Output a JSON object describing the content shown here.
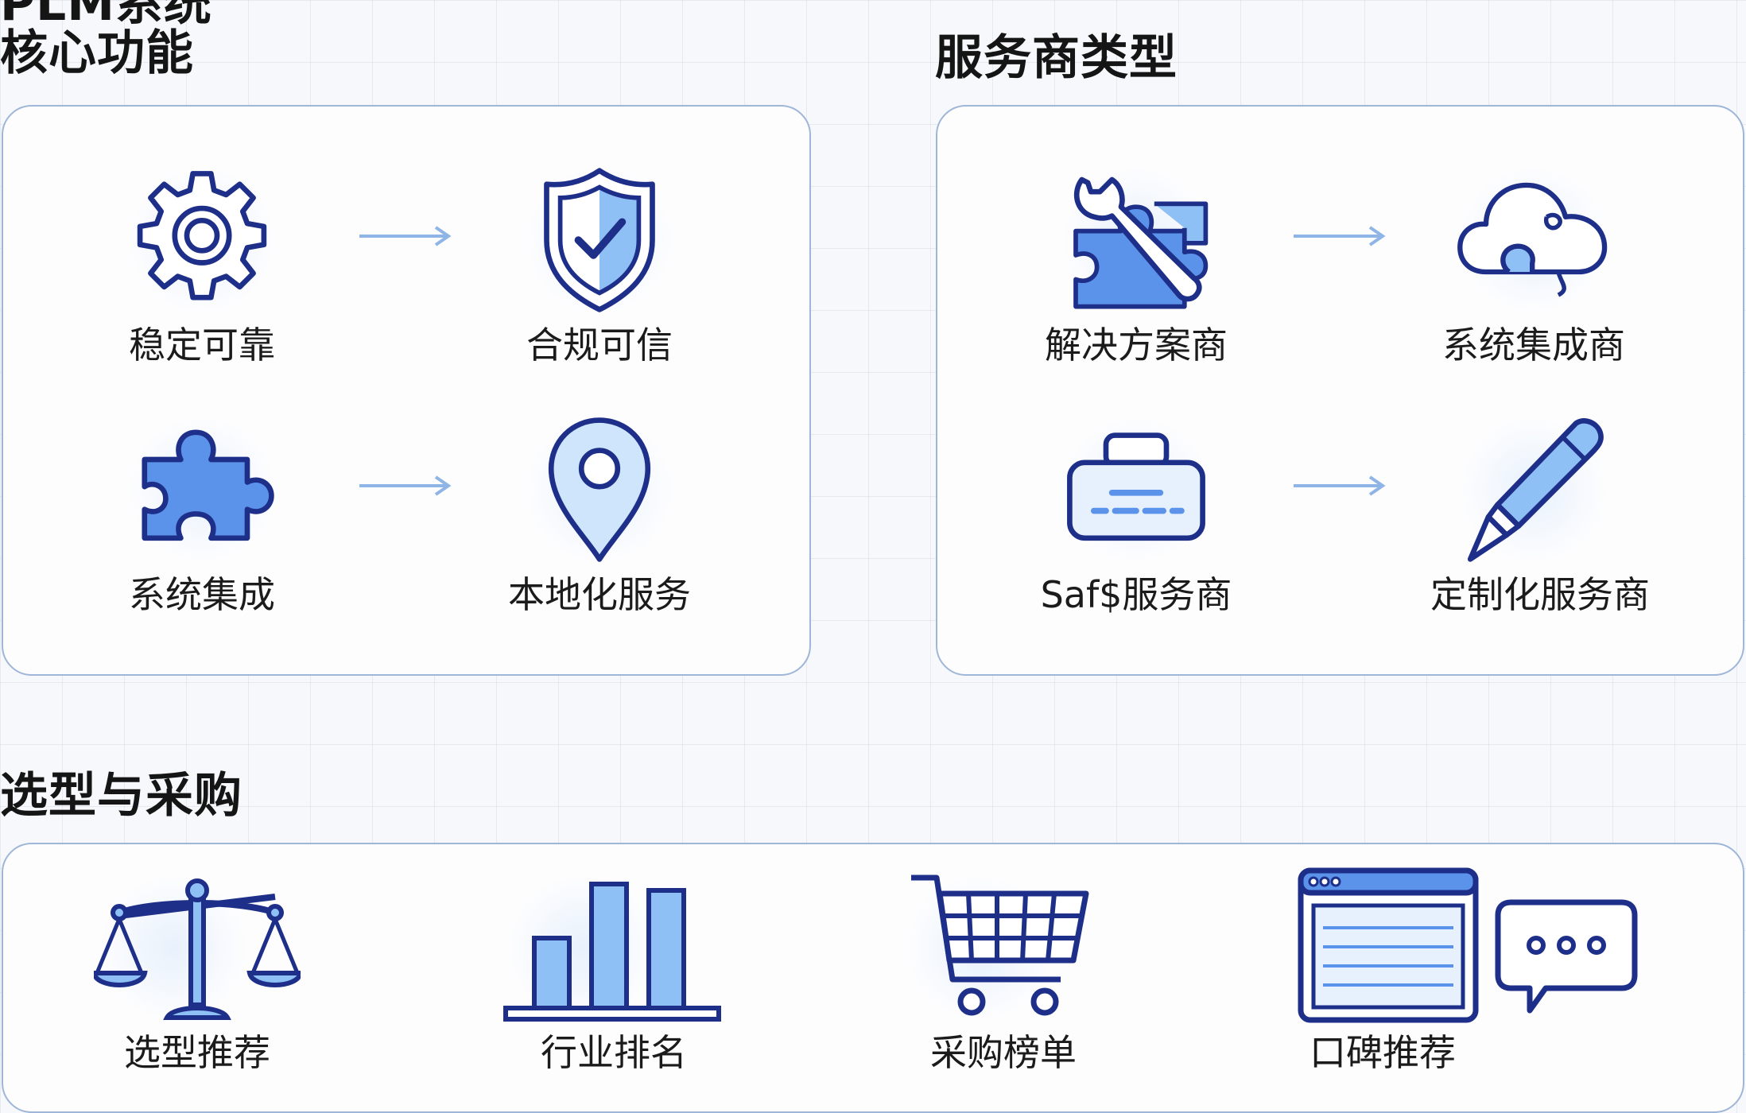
{
  "sections": {
    "core": {
      "title": "PLM系统\n核心功能"
    },
    "providers": {
      "title": "服务商类型"
    },
    "purchase": {
      "title": "选型与采购"
    }
  },
  "core_items": [
    {
      "icon": "gear-icon",
      "label": "稳定可靠"
    },
    {
      "icon": "shield-check-icon",
      "label": "合规可信"
    },
    {
      "icon": "puzzle-icon",
      "label": "系统集成"
    },
    {
      "icon": "location-pin-icon",
      "label": "本地化服务"
    }
  ],
  "provider_items": [
    {
      "icon": "wrench-puzzle-icon",
      "label": "解决方案商"
    },
    {
      "icon": "cloud-puzzle-icon",
      "label": "系统集成商"
    },
    {
      "icon": "printer-icon",
      "label": "Saf$服务商"
    },
    {
      "icon": "pen-icon",
      "label": "定制化服务商"
    }
  ],
  "purchase_items": [
    {
      "icon": "scale-icon",
      "label": "选型推荐"
    },
    {
      "icon": "bar-chart-icon",
      "label": "行业排名"
    },
    {
      "icon": "shopping-cart-icon",
      "label": "采购榜单"
    },
    {
      "icon": "browser-chat-icon",
      "label": "口碑推荐"
    }
  ],
  "colors": {
    "stroke": "#1e2f8a",
    "fill": "#8fc0f5",
    "fill_dark": "#5b93ea",
    "arrow": "#8fb4e6",
    "border": "#9fb6d8"
  }
}
